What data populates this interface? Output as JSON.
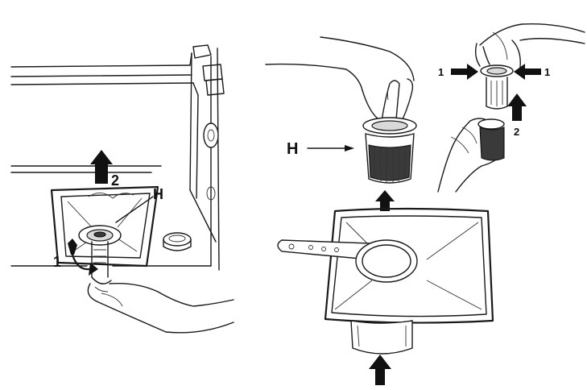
{
  "labels": {
    "filter_left": "H",
    "filter_right": "H",
    "step_one_left": "1",
    "step_two_left": "2",
    "press_left": "1",
    "press_right": "1",
    "step_two_right": "2"
  },
  "colors": {
    "line": "#1a1a1a",
    "background": "#ffffff"
  }
}
